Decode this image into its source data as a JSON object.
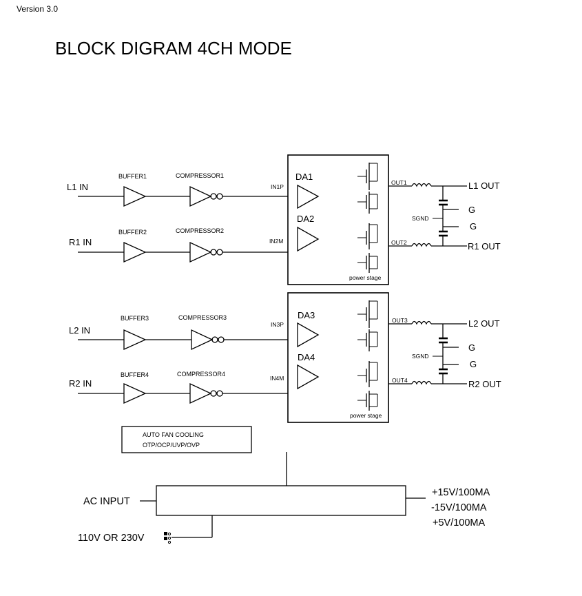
{
  "version": "Version 3.0",
  "title": "BLOCK DIGRAM 4CH MODE",
  "channels": [
    {
      "input": "L1 IN",
      "buffer": "BUFFER1",
      "compressor": "COMPRESSOR1",
      "amp_in": "IN1P"
    },
    {
      "input": "R1 IN",
      "buffer": "BUFFER2",
      "compressor": "COMPRESSOR2",
      "amp_in": "IN2M"
    },
    {
      "input": "L2 IN",
      "buffer": "BUFFER3",
      "compressor": "COMPRESSOR3",
      "amp_in": "IN3P"
    },
    {
      "input": "R2 IN",
      "buffer": "BUFFER4",
      "compressor": "COMPRESSOR4",
      "amp_in": "IN4M"
    }
  ],
  "amp_blocks": [
    {
      "da_top": "DA1",
      "da_bottom": "DA2",
      "out_top": "OUT1",
      "out_bottom": "OUT2",
      "ext_top": "L1 OUT",
      "ext_bottom": "R1 OUT",
      "sgnd": "SGND",
      "g_top": "G",
      "g_bottom": "G",
      "stage": "power stage"
    },
    {
      "da_top": "DA3",
      "da_bottom": "DA4",
      "out_top": "OUT3",
      "out_bottom": "OUT4",
      "ext_top": "L2 OUT",
      "ext_bottom": "R2 OUT",
      "sgnd": "SGND",
      "g_top": "G",
      "g_bottom": "G",
      "stage": "power stage"
    }
  ],
  "protection": {
    "line1": "AUTO FAN COOLING",
    "line2": "OTP/OCP/UVP/OVP"
  },
  "power": {
    "ac_input": "AC INPUT",
    "voltage_select": "110V OR 230V",
    "outputs": [
      "+15V/100MA",
      "-15V/100MA",
      "+5V/100MA"
    ]
  }
}
